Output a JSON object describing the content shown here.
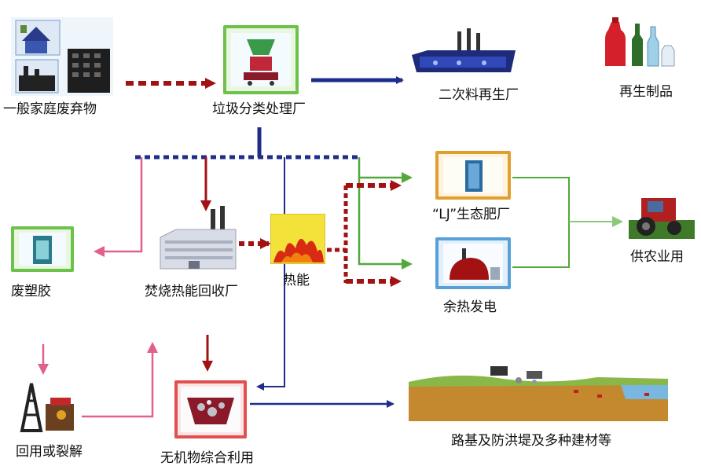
{
  "nodes": {
    "household_waste": "一般家庭废弃物",
    "sorting_plant": "垃圾分类处理厂",
    "secondary_plant": "二次料再生厂",
    "recycled_products": "再生制品",
    "compost_plant": "“LJ”生态肥厂",
    "agriculture": "供农业用",
    "waste_plastic": "废塑胶",
    "incineration_plant": "焚烧热能回收厂",
    "heat_energy": "热能",
    "waste_heat_power": "余热发电",
    "recycle_crack": "回用或裂解",
    "inorganic_use": "无机物综合利用",
    "roadbed_materials": "路基及防洪堤及多种建材等"
  },
  "colors": {
    "navy": "#1f2d8a",
    "dark_red": "#a31212",
    "pink": "#e0608e",
    "green": "#52a83c",
    "light_green": "#7fc06a",
    "frame_green": "#6cc24a",
    "frame_red": "#e05050",
    "frame_blue": "#5aa0d8",
    "frame_orange": "#e0a030",
    "heat_yellow": "#f3e23a"
  }
}
